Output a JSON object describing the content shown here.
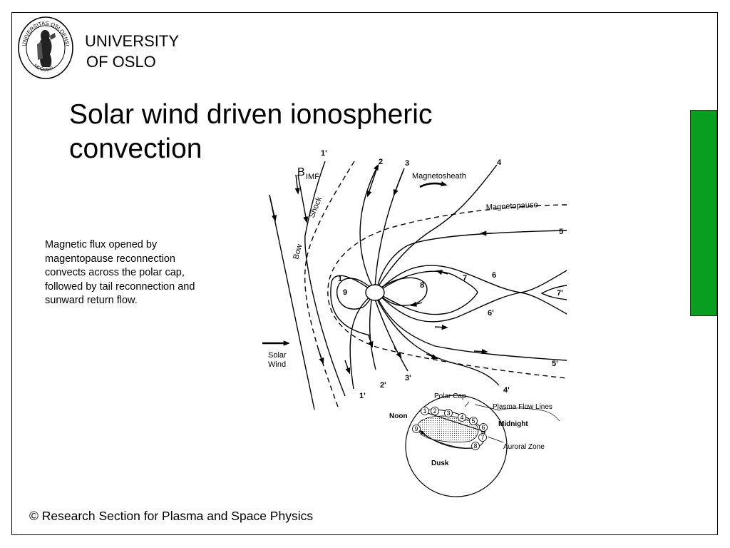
{
  "slide": {
    "university_line1": "UNIVERSITY",
    "university_line2": "OF OSLO",
    "title_line1": "Solar wind driven ionospheric",
    "title_line2": "convection",
    "description_lines": [
      "Magnetic flux opened by",
      "magentopause reconnection",
      "convects across the polar cap,",
      "followed by tail reconnection and",
      "sunward return flow."
    ],
    "footer": "© Research Section for Plasma and Space Physics",
    "accent_color": "#0a9e20"
  },
  "seal": {
    "ring_text": "UNIVERSITAS OSLOENSIS",
    "year_text": "MDCCCXI"
  },
  "diagram": {
    "labels": {
      "b": "B",
      "imf": "IMF",
      "shock": "Shock",
      "bow": "Bow",
      "magnetosheath": "Magnetosheath",
      "magnetopause": "Magnetopause",
      "solar": "Solar",
      "wind": "Wind"
    },
    "line_numbers": {
      "n1p_top": "1'",
      "n2": "2",
      "n3": "3",
      "n4": "4",
      "n5": "5",
      "n6": "6",
      "n7": "7",
      "n7p": "7'",
      "n1": "1",
      "n9": "9",
      "n8": "8",
      "n6p": "6'",
      "n5p": "5'",
      "n4p": "4'",
      "n3p": "3'",
      "n2p": "2'",
      "n1p_bottom": "1'"
    },
    "inset": {
      "polar_cap": "Polar Cap",
      "plasma_flow_lines": "Plasma Flow Lines",
      "noon": "Noon",
      "midnight": "Midnight",
      "auroral_zone": "Auroral Zone",
      "dusk": "Dusk",
      "circles": [
        "1",
        "2",
        "3",
        "4",
        "5",
        "6",
        "7",
        "8",
        "9"
      ]
    }
  }
}
